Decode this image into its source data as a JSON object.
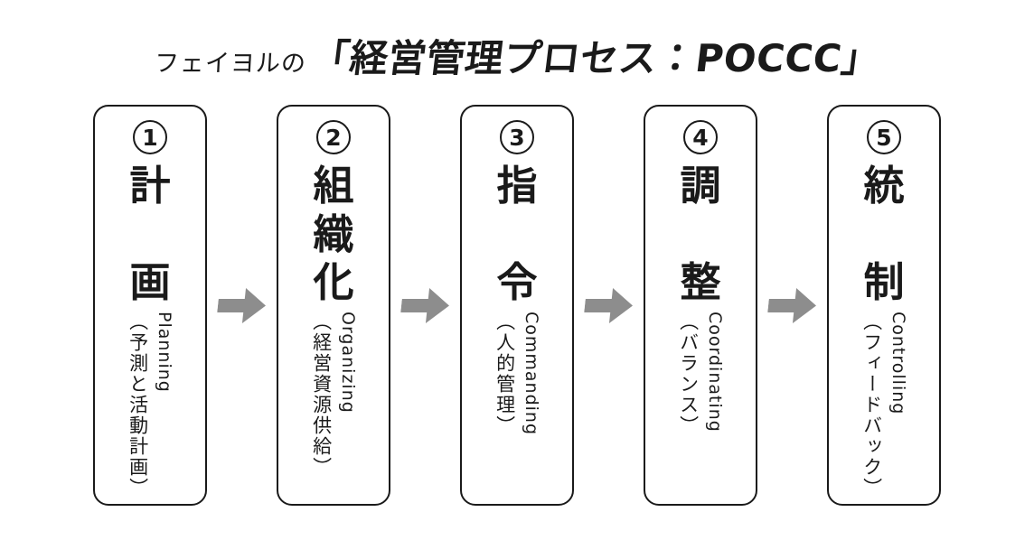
{
  "title": {
    "prefix": "フェイヨルの",
    "main": "「経営管理プロセス：POCCC」"
  },
  "steps": [
    {
      "number": "1",
      "kanji": [
        "計",
        "画"
      ],
      "english": "Planning",
      "note": "（予測と活動計画）"
    },
    {
      "number": "2",
      "kanji": [
        "組",
        "織",
        "化"
      ],
      "english": "Organizing",
      "note": "（経営資源供給）"
    },
    {
      "number": "3",
      "kanji": [
        "指",
        "令"
      ],
      "english": "Commanding",
      "note": "（人的管理）"
    },
    {
      "number": "4",
      "kanji": [
        "調",
        "整"
      ],
      "english": "Coordinating",
      "note": "（バランス）"
    },
    {
      "number": "5",
      "kanji": [
        "統",
        "制"
      ],
      "english": "Controlling",
      "note": "（フィードバック）"
    }
  ],
  "arrow": {
    "direction": "right",
    "color": "#8d8d8d"
  },
  "colors": {
    "background": "#ffffff",
    "text": "#1a1a1a",
    "box_border": "#1a1a1a"
  }
}
